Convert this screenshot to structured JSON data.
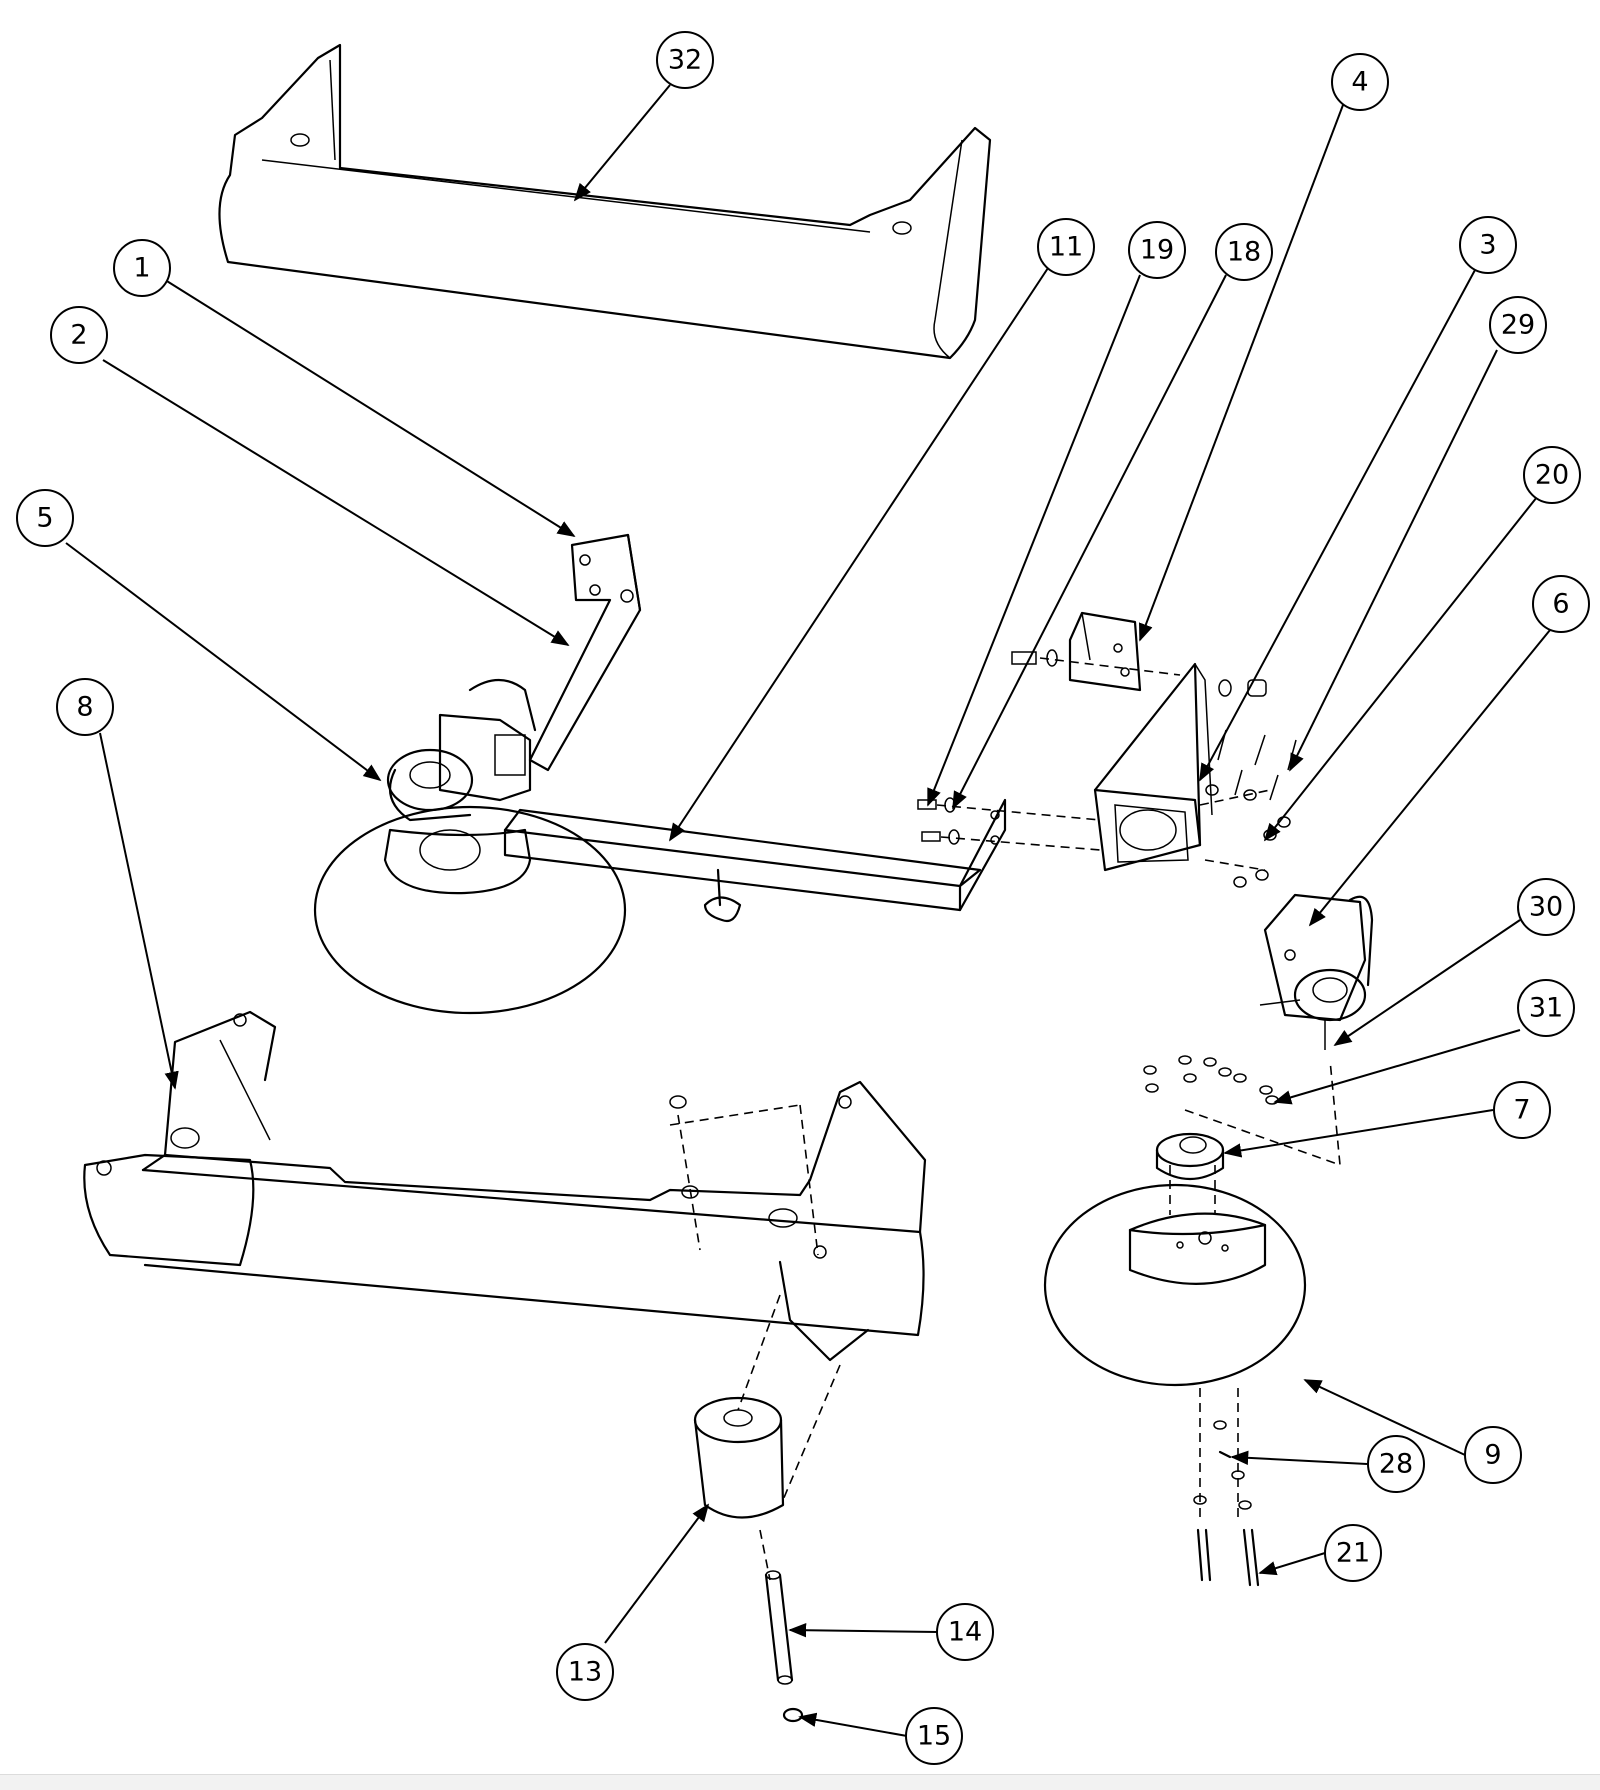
{
  "diagram": {
    "callouts": [
      {
        "id": "c32",
        "label": "32"
      },
      {
        "id": "c4",
        "label": "4"
      },
      {
        "id": "c1",
        "label": "1"
      },
      {
        "id": "c2",
        "label": "2"
      },
      {
        "id": "c11",
        "label": "11"
      },
      {
        "id": "c19",
        "label": "19"
      },
      {
        "id": "c18",
        "label": "18"
      },
      {
        "id": "c3",
        "label": "3"
      },
      {
        "id": "c29",
        "label": "29"
      },
      {
        "id": "c20",
        "label": "20"
      },
      {
        "id": "c5",
        "label": "5"
      },
      {
        "id": "c6",
        "label": "6"
      },
      {
        "id": "c8",
        "label": "8"
      },
      {
        "id": "c30",
        "label": "30"
      },
      {
        "id": "c31",
        "label": "31"
      },
      {
        "id": "c7",
        "label": "7"
      },
      {
        "id": "c9",
        "label": "9"
      },
      {
        "id": "c28",
        "label": "28"
      },
      {
        "id": "c21",
        "label": "21"
      },
      {
        "id": "c14",
        "label": "14"
      },
      {
        "id": "c13",
        "label": "13"
      },
      {
        "id": "c15",
        "label": "15"
      }
    ]
  }
}
